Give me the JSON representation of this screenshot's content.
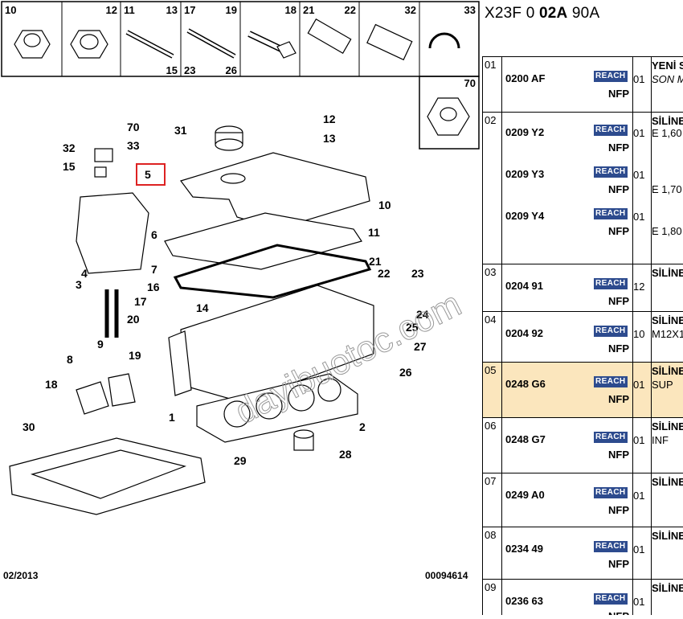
{
  "header": {
    "prefix": "X23F 0",
    "bold": "02A",
    "suffix": "90A"
  },
  "diagram": {
    "thumb_labels": [
      {
        "l": "10",
        "r": ""
      },
      {
        "l": "",
        "r": "12"
      },
      {
        "l": "11",
        "r": "13",
        "b": "15"
      },
      {
        "l": "17",
        "r": "19",
        "b2": "23",
        "b3": "26"
      },
      {
        "l": "",
        "r": "18"
      },
      {
        "l": "21",
        "r": "22"
      },
      {
        "l": "",
        "r": "32"
      },
      {
        "l": "",
        "r": "33"
      }
    ],
    "thumb_extra": "70",
    "callouts": [
      "70",
      "33",
      "32",
      "15",
      "31",
      "12",
      "13",
      "5",
      "10",
      "6",
      "11",
      "7",
      "21",
      "22",
      "23",
      "4",
      "16",
      "3",
      "14",
      "17",
      "24",
      "20",
      "25",
      "19",
      "27",
      "9",
      "8",
      "26",
      "18",
      "1",
      "2",
      "30",
      "29",
      "28"
    ],
    "footer_left": "02/2013",
    "footer_right": "00094614",
    "watermark": "dayibuotoc.com"
  },
  "parts": [
    {
      "idx": "01",
      "entries": [
        {
          "ref": "0200 AF",
          "qty": "01",
          "desc": "SON M"
        }
      ],
      "heading": "YENİ S",
      "hl": false
    },
    {
      "idx": "02",
      "entries": [
        {
          "ref": "0209 Y2",
          "qty": "01",
          "desc": "E 1,60"
        },
        {
          "ref": "0209 Y3",
          "qty": "01",
          "desc": "E 1,70"
        },
        {
          "ref": "0209 Y4",
          "qty": "01",
          "desc": "E 1,80"
        }
      ],
      "heading": "SİLİNE",
      "hl": false
    },
    {
      "idx": "03",
      "entries": [
        {
          "ref": "0204 91",
          "qty": "12",
          "desc": ""
        }
      ],
      "heading": "SİLİNE",
      "hl": false
    },
    {
      "idx": "04",
      "entries": [
        {
          "ref": "0204 92",
          "qty": "10",
          "desc": "M12X1"
        }
      ],
      "heading": "SİLİNE",
      "hl": false
    },
    {
      "idx": "05",
      "entries": [
        {
          "ref": "0248 G6",
          "qty": "01",
          "desc": "SUP"
        }
      ],
      "heading": "SİLİNE",
      "hl": true
    },
    {
      "idx": "06",
      "entries": [
        {
          "ref": "0248 G7",
          "qty": "01",
          "desc": "INF"
        }
      ],
      "heading": "SİLİNE",
      "hl": false
    },
    {
      "idx": "07",
      "entries": [
        {
          "ref": "0249 A0",
          "qty": "01",
          "desc": ""
        }
      ],
      "heading": "SİLİNE",
      "hl": false
    },
    {
      "idx": "08",
      "entries": [
        {
          "ref": "0234 49",
          "qty": "01",
          "desc": ""
        }
      ],
      "heading": "SİLİNE",
      "hl": false
    },
    {
      "idx": "09",
      "entries": [
        {
          "ref": "0236 63",
          "qty": "01",
          "desc": ""
        }
      ],
      "heading": "SİLİNE",
      "hl": false
    }
  ],
  "labels": {
    "reach": "REACH",
    "nfp": "NFP"
  },
  "colors": {
    "reach_bg": "#2d4b8e",
    "highlight": "#fbe6bd",
    "callout_box": "#d22"
  }
}
